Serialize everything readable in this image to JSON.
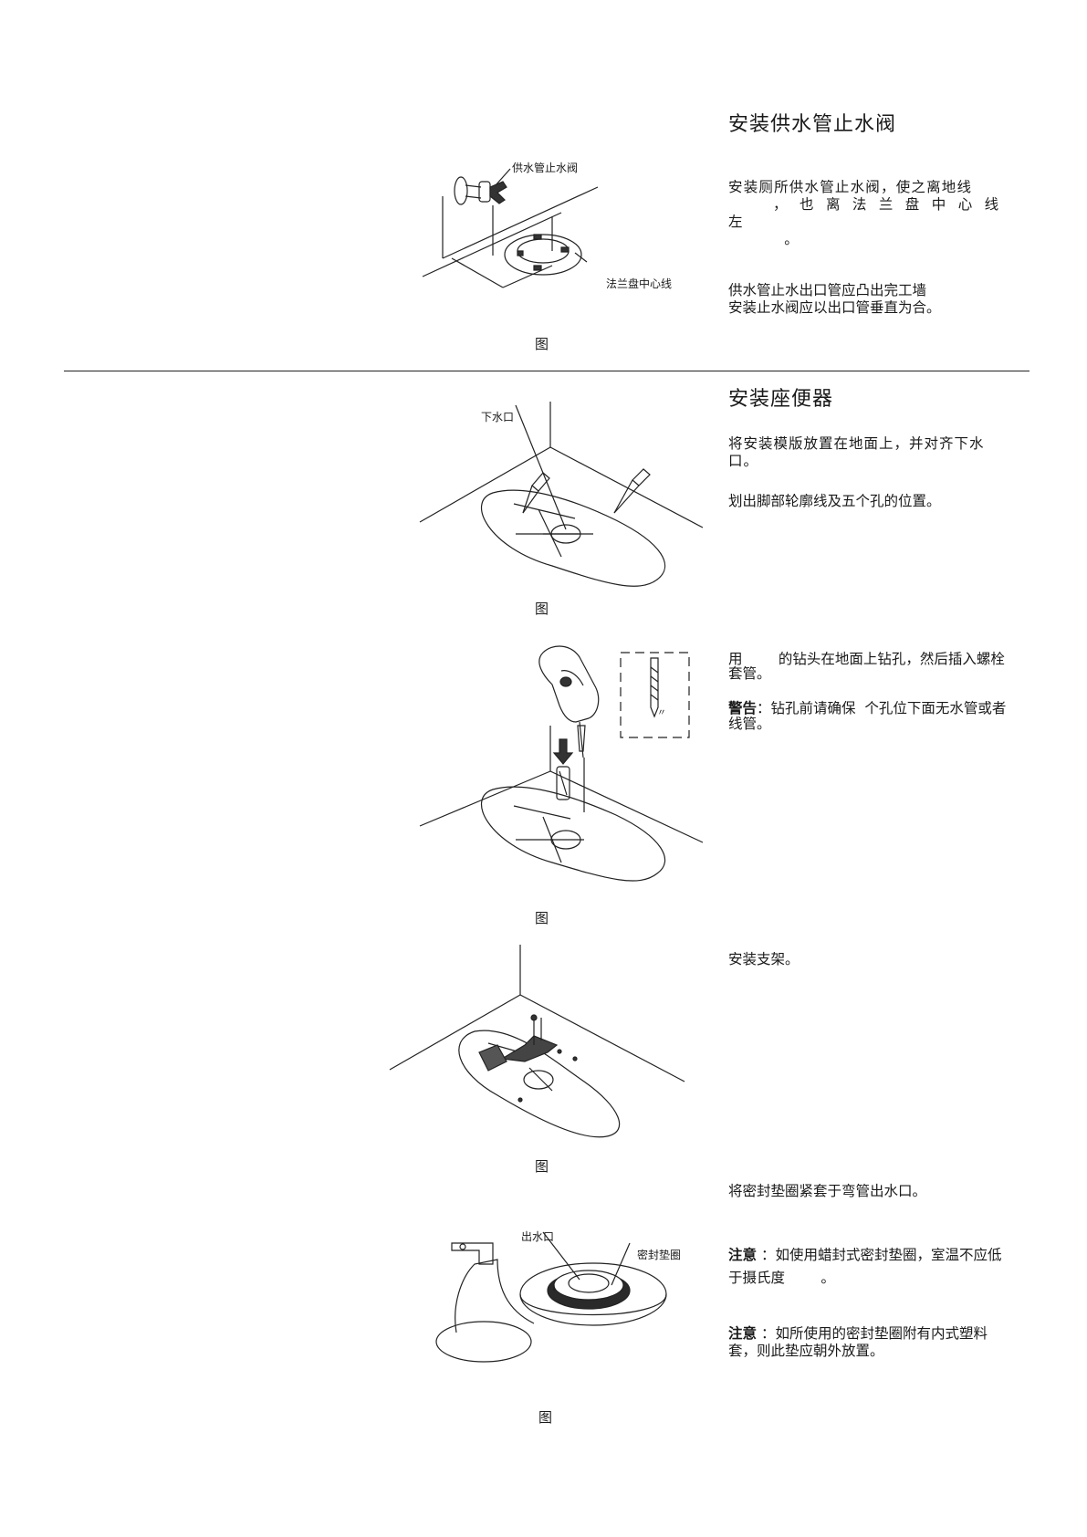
{
  "sections": {
    "valve": {
      "title": "安装供水管止水阀",
      "para1": "安装厕所供水管止水阀，使之离地线\n        ，  也  离  法  兰  盘  中  心  线  左\n          。",
      "para2": "供水管止水出口管应凸出完工墙\n安装止水阀应以出口管垂直为合。",
      "fig_label_valve": "供水管止水阀",
      "fig_label_flange": "法兰盘中心线",
      "caption": "图"
    },
    "toilet": {
      "title": "安装座便器",
      "step1_para1": "将安装模版放置在地面上，并对齐下水口。",
      "step1_para2": "划出脚部轮廓线及五个孔的位置。",
      "step1_fig_label": "下水口",
      "step1_caption": "图",
      "step2_para1": "用        的钻头在地面上钻孔，然后插入螺栓套管。",
      "step2_warning_label": "警告",
      "step2_warning_text": "：钻孔前请确保  个孔位下面无水管或者线管。",
      "step2_inset_mark": "〃",
      "step2_caption": "图",
      "step3_para": "安装支架。",
      "step3_caption": "图",
      "step4_para": "将密封垫圈紧套于弯管出水口。",
      "step4_note1_label": "注意",
      "step4_note1_text": " ：如使用蜡封式密封垫圈，室温不应低于摄氏度        。",
      "step4_note2_label": "注意",
      "step4_note2_text": " ：如所使用的密封垫圈附有内式塑料套，则此垫应朝外放置。",
      "step4_label_outlet": "出水口",
      "step4_label_gasket": "密封垫圈",
      "step4_caption": "图"
    }
  }
}
